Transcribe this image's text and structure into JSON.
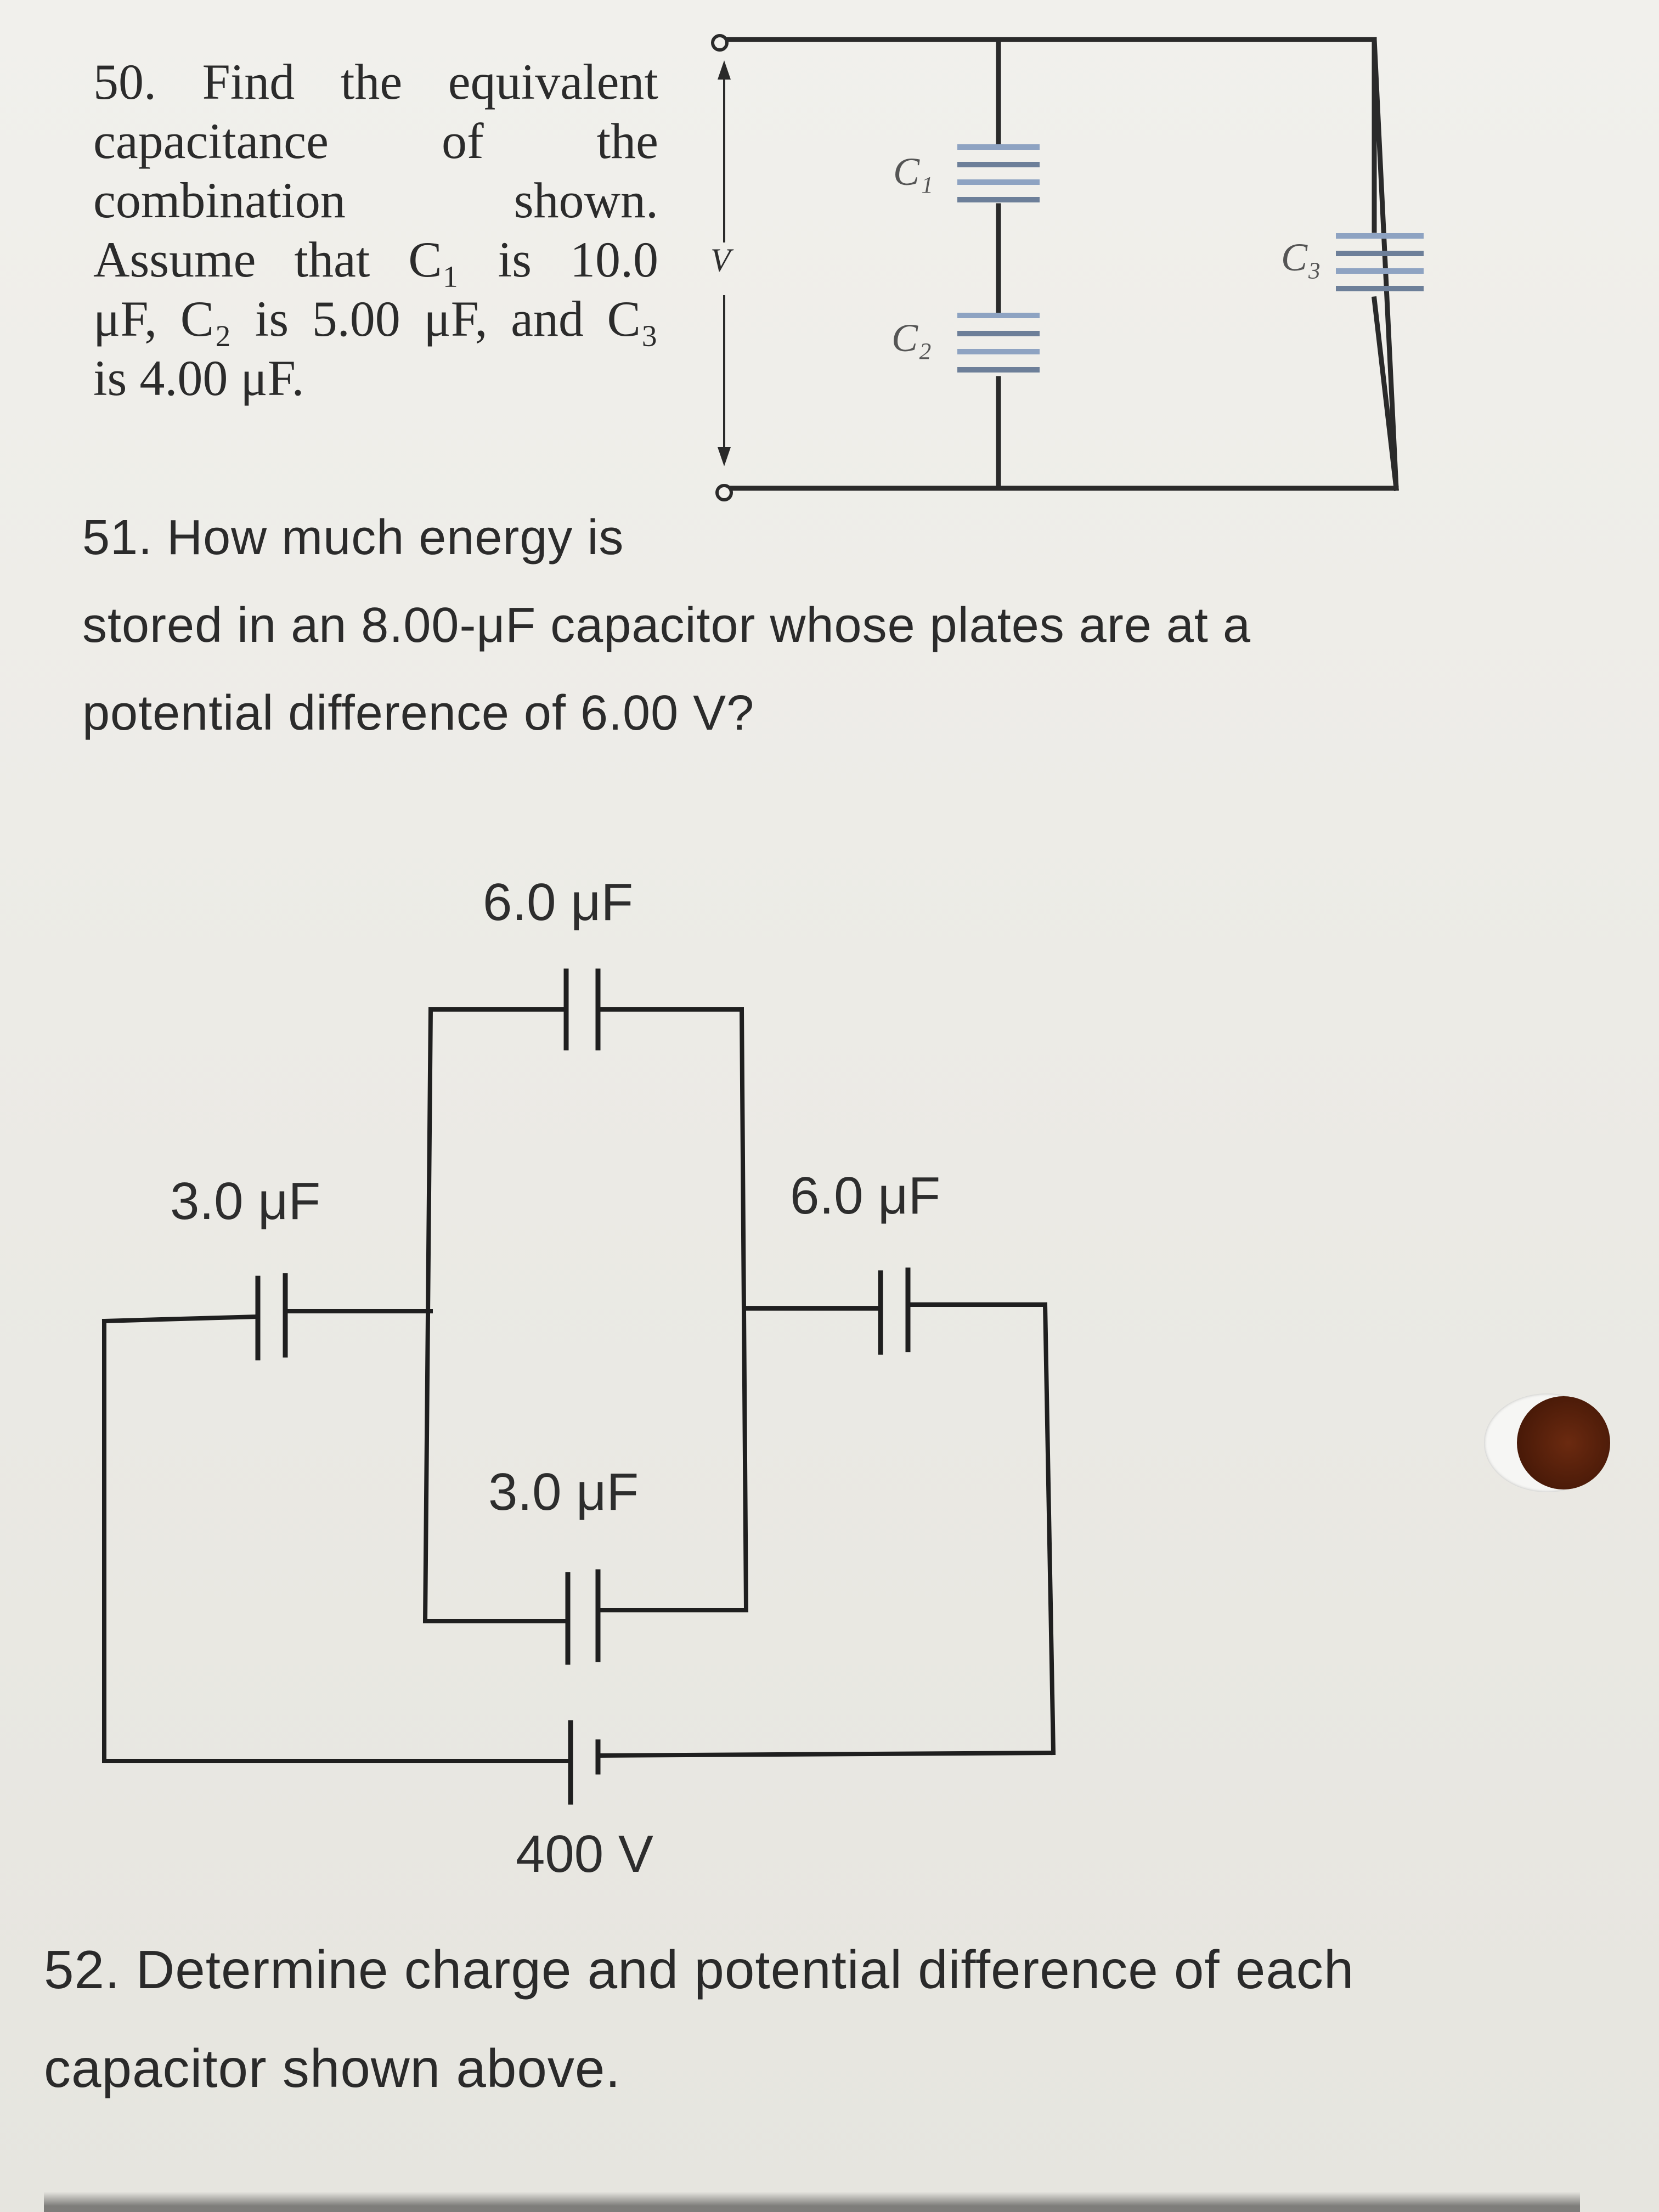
{
  "q50": {
    "lines": [
      "50. Find the equivalent",
      "capacitance of the",
      "combination shown.",
      "Assume that C₁ is 10.0",
      "μF, C₂ is 5.00 μF, and C₃",
      "is 4.00 μF."
    ]
  },
  "circuit1": {
    "voltage": "V",
    "c1": "C₁",
    "c2": "C₂",
    "c3": "C₃"
  },
  "q51": {
    "lines": [
      "51. How much energy is",
      "stored in an 8.00-μF capacitor whose plates are at a",
      "potential difference of 6.00 V?"
    ]
  },
  "circuit2": {
    "top_cap": "6.0 μF",
    "left_cap": "3.0 μF",
    "right_cap": "6.0 μF",
    "middle_cap": "3.0 μF",
    "battery": "400 V"
  },
  "q52": {
    "lines": [
      "52. Determine charge and potential difference of each",
      "capacitor shown above."
    ]
  }
}
